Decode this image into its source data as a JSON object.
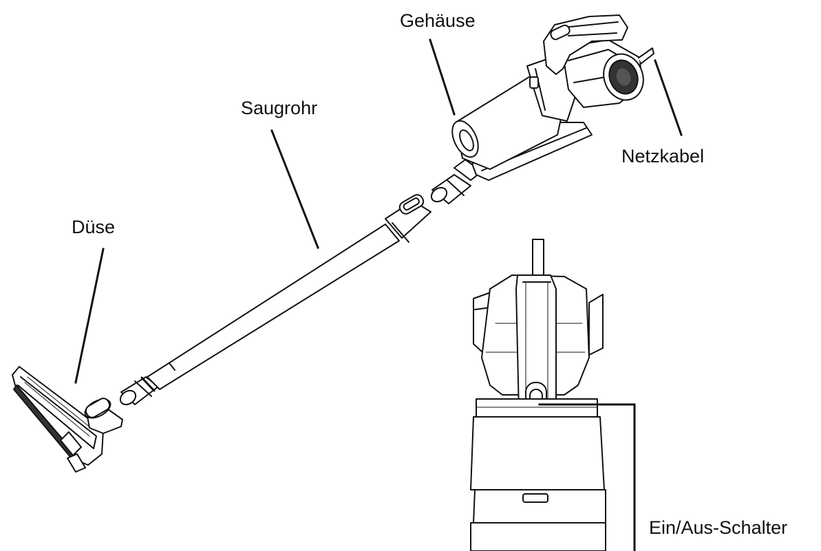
{
  "labels": {
    "housing": "Gehäuse",
    "tube": "Saugrohr",
    "power_cord": "Netzkabel",
    "nozzle": "Düse",
    "switch": "Ein/Aus-Schalter"
  },
  "colors": {
    "line": "#111111",
    "fill": "#ffffff",
    "dark": "#333333"
  }
}
